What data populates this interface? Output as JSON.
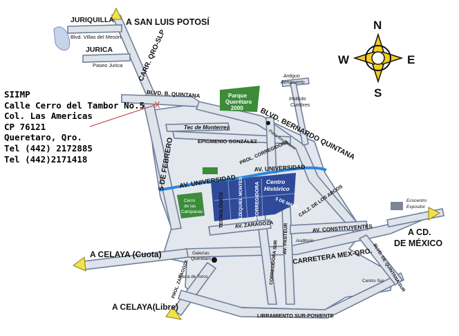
{
  "info": {
    "line1": "SIIMP",
    "line2": "Calle Cerro del Tambor No.5",
    "line3": "Col. Las Americas",
    "line4": "CP 76121",
    "line5": "Queretaro, Qro.",
    "line6": "Tel (442) 2172885",
    "line7": "Tel (442)2171418"
  },
  "compass": {
    "n": "N",
    "s": "S",
    "e": "E",
    "w": "W"
  },
  "destinations": {
    "san_luis": "A SAN LUIS POTOSÍ",
    "celaya_cuota": "A CELAYA (Cuota)",
    "celaya_libre": "A CELAYA(Libre)",
    "cd_mexico_1": "A CD.",
    "cd_mexico_2": "DE MÉXICO"
  },
  "places": {
    "juriquilla": "JURIQUILLA",
    "villas": "Blvd. Villas del Mesón",
    "jurica": "JURICA",
    "paseo_jurica": "Paseo Jurica",
    "parque_1": "Parque",
    "parque_2": "Querétaro",
    "parque_3": "2000",
    "aeropuerto_1": "Antiguo",
    "aeropuerto_2": "Aeropuerto",
    "cumbres_1": "Instituto",
    "cumbres_2": "Cumbres",
    "tec": "Tec de Monterrey",
    "plaza": "Plaza Boulevares",
    "centro_1": "Centro",
    "centro_2": "Histórico",
    "cerro_1": "Cerro",
    "cerro_2": "de las",
    "cerro_3": "Campanas",
    "galerias_1": "Galerías",
    "galerias_2": "Querétaro",
    "toros": "Plaza de Toros",
    "auditorio": "Auditorio",
    "ecocentro_1": "Ecocentro",
    "ecocentro_2": "Expositor",
    "centro_sur": "Centro Sur"
  },
  "roads": {
    "qro_slp": "CARR. QRO-SLP",
    "quintana": "BLVD. B. QUINTANA",
    "bernardo": "BLVD. BERNARDO QUINTANA",
    "cinco_febrero": "5 DE FEBRERO",
    "epigmenio": "EPIGMENIO GONZÁLEZ",
    "corregidora_norte": "PROL. CORREGIDORA",
    "universidad_1": "AV. UNIVERSIDAD",
    "universidad_2": "AV. UNIVERSIDAD",
    "tecnologico": "TECNOLÓGICO",
    "ezequiel": "EZEQUIEL MONTES",
    "corregidora": "CORREGIDORA",
    "cinco_mayo": "5 DE MAYO",
    "zaragoza": "AV. ZARAGOZA",
    "arcos": "CALZ. DE LOS ARCOS",
    "constituyentes": "AV. CONSTITUYENTES",
    "corregidora_sur": "CORREGIDORA SUR",
    "pasteur": "AV. PASTEUR",
    "mex_qro": "CARRETERA MEX-QRO.",
    "prol_zaragoza": "PROL. ZARAGOZA",
    "libramiento": "LIBRAMIENTO SUR-PONIENTE",
    "blvd_quintana_sur": "BLVD. DE QUINTANA SUR"
  },
  "colors": {
    "road_fill": "#dfe3ea",
    "road_edge": "#6d7f9c",
    "centro": "#2e4a99",
    "river": "#2f86d8",
    "park": "#3c8c3a",
    "arrow": "#f1e14a",
    "marker": "#e63030"
  }
}
